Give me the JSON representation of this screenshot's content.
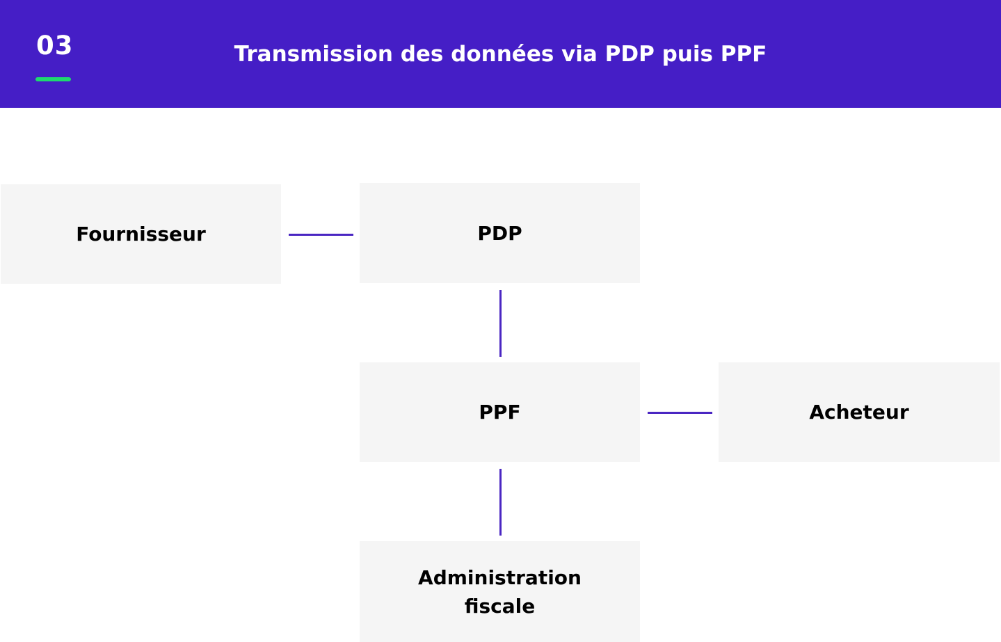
{
  "header": {
    "step_number": "03",
    "title": "Transmission des données via PDP puis PPF",
    "background_color": "#451ec6",
    "underline_color": "#1ed96f"
  },
  "diagram": {
    "nodes": {
      "fournisseur": "Fournisseur",
      "pdp": "PDP",
      "ppf": "PPF",
      "acheteur": "Acheteur",
      "administration": "Administration fiscale"
    },
    "edges": [
      {
        "from": "fournisseur",
        "to": "pdp"
      },
      {
        "from": "pdp",
        "to": "ppf"
      },
      {
        "from": "ppf",
        "to": "acheteur"
      },
      {
        "from": "ppf",
        "to": "administration"
      }
    ],
    "connector_color": "#4a26c2",
    "node_color": "#f5f5f5"
  }
}
